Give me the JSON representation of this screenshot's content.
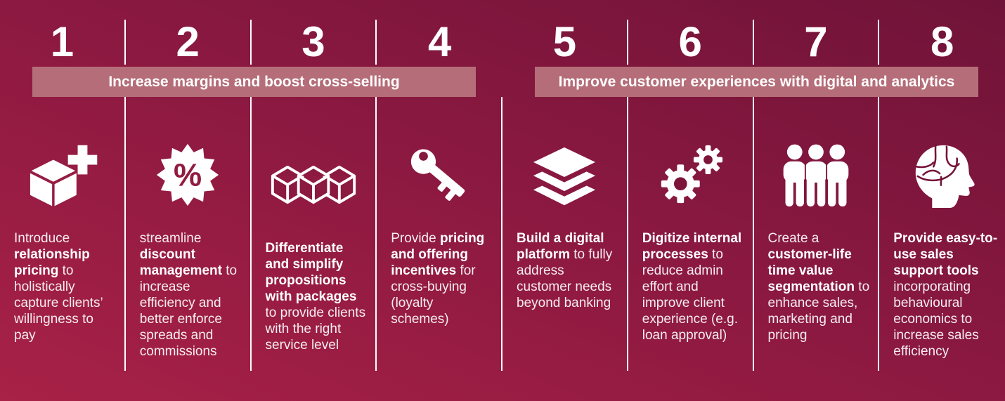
{
  "colors": {
    "background_bottom_left": "#a82147",
    "background_top_right": "#701338",
    "banner_background": "#b56e79",
    "divider": "#ffffff",
    "text": "#ffffff"
  },
  "groups": [
    {
      "banner_label": "Increase margins and boost cross-selling",
      "columns": [
        {
          "number": "1",
          "icon": "cube-plus-icon",
          "text_segments": [
            {
              "t": "Introduce ",
              "b": false
            },
            {
              "t": "relationship pricing",
              "b": true
            },
            {
              "t": " to holistically capture clients’ willingness to pay",
              "b": false
            }
          ]
        },
        {
          "number": "2",
          "icon": "discount-percent-badge-icon",
          "text_segments": [
            {
              "t": "streamline ",
              "b": false
            },
            {
              "t": "discount management",
              "b": true
            },
            {
              "t": " to increase efficiency and better enforce spreads and commissions",
              "b": false
            }
          ]
        },
        {
          "number": "3",
          "icon": "packages-cubes-icon",
          "text_segments": [
            {
              "t": "Differentiate and simplify propositions with packages",
              "b": true
            },
            {
              "t": " to provide clients with the right service level",
              "b": false
            }
          ]
        },
        {
          "number": "4",
          "icon": "key-icon",
          "text_segments": [
            {
              "t": "Provide ",
              "b": false
            },
            {
              "t": "pricing and offering incentives",
              "b": true
            },
            {
              "t": " for cross-buying (loyalty schemes)",
              "b": false
            }
          ]
        }
      ]
    },
    {
      "banner_label": "Improve customer experiences with digital and analytics",
      "columns": [
        {
          "number": "5",
          "icon": "layers-icon",
          "text_segments": [
            {
              "t": "Build a digital platform",
              "b": true
            },
            {
              "t": " to fully address customer needs beyond banking",
              "b": false
            }
          ]
        },
        {
          "number": "6",
          "icon": "gears-icon",
          "text_segments": [
            {
              "t": "Digitize internal processes",
              "b": true
            },
            {
              "t": " to reduce admin effort and improve client experience (e.g. loan approval)",
              "b": false
            }
          ]
        },
        {
          "number": "7",
          "icon": "people-group-icon",
          "text_segments": [
            {
              "t": "Create a ",
              "b": false
            },
            {
              "t": "customer-life time value segmentation",
              "b": true
            },
            {
              "t": " to enhance sales, marketing and pricing",
              "b": false
            }
          ]
        },
        {
          "number": "8",
          "icon": "head-brain-icon",
          "text_segments": [
            {
              "t": "Provide easy-to-use sales support tools",
              "b": true
            },
            {
              "t": " incorporating behavioural economics to increase sales efficiency",
              "b": false
            }
          ]
        }
      ]
    }
  ]
}
